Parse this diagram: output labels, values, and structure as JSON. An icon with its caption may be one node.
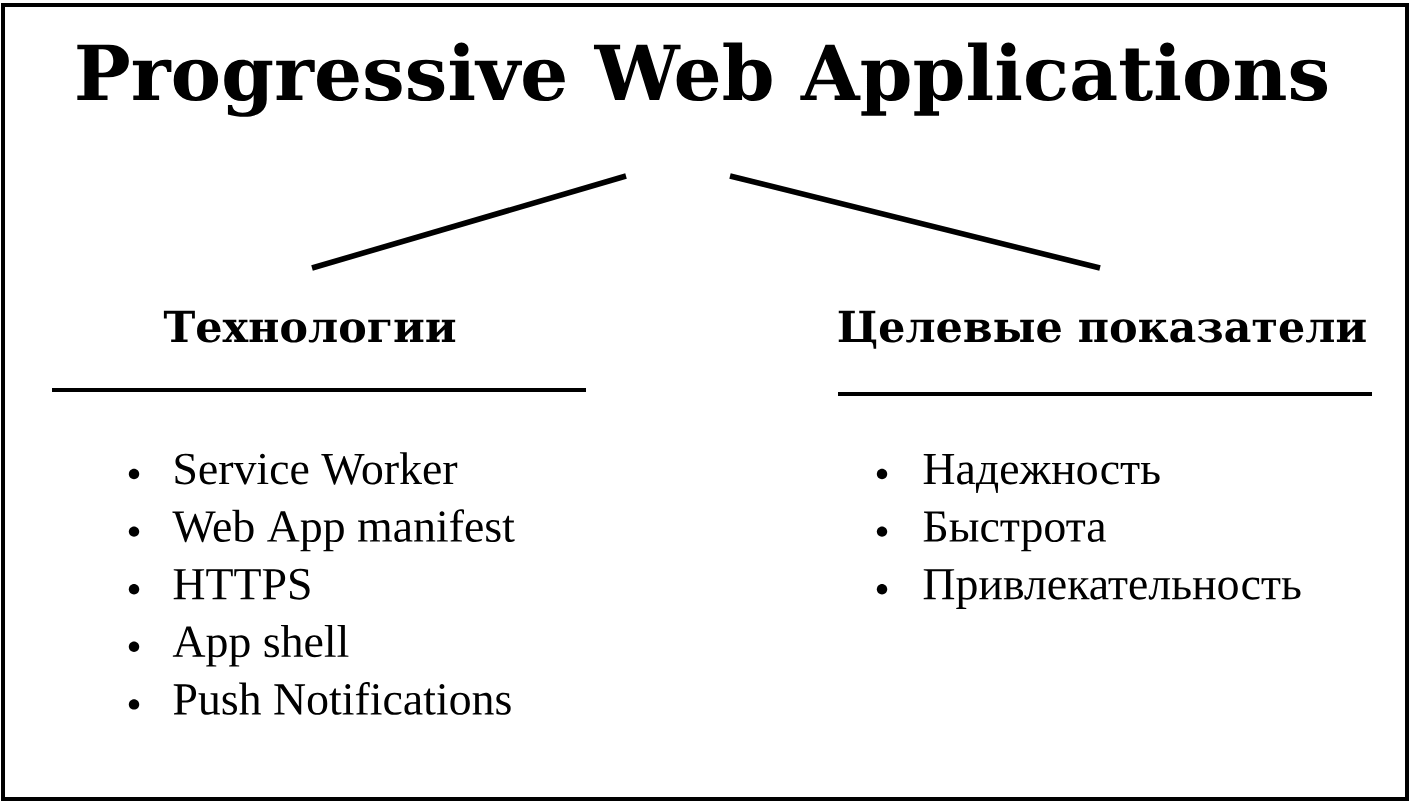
{
  "diagram": {
    "nodes": [
      {
        "text": [
          "Progressive Web Applications"
        ]
      },
      {
        "text": [
          "Технологии"
        ],
        "beside": [
          "Service Worker",
          "Web App manifest",
          "HTTPS",
          "App shell",
          "Push Notifications"
        ]
      },
      {
        "text": [
          "Целевые показатели"
        ],
        "beside": [
          "Надежность",
          "Быстрота",
          "Привлекательность"
        ]
      }
    ],
    "edges": [
      {
        "from": 0,
        "to": 1,
        "arrow": "none"
      },
      {
        "from": 0,
        "to": 2,
        "arrow": "none"
      }
    ]
  }
}
